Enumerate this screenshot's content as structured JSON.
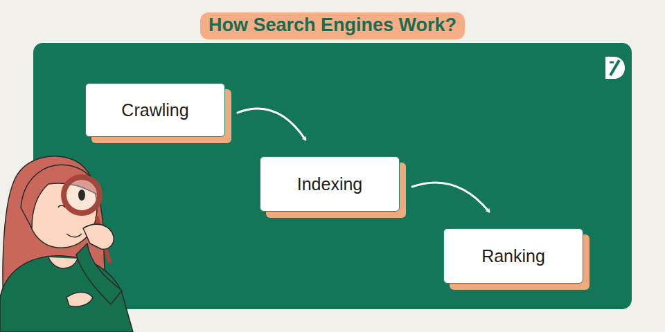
{
  "diagram": {
    "title": "How Search Engines Work?",
    "nodes": [
      {
        "text": [
          "Crawling"
        ]
      },
      {
        "text": [
          "Indexing"
        ]
      },
      {
        "text": [
          "Ranking"
        ]
      }
    ],
    "edges": [
      {
        "from": 0,
        "to": 1,
        "arrow": "to"
      },
      {
        "from": 1,
        "to": 2,
        "arrow": "to"
      }
    ]
  }
}
